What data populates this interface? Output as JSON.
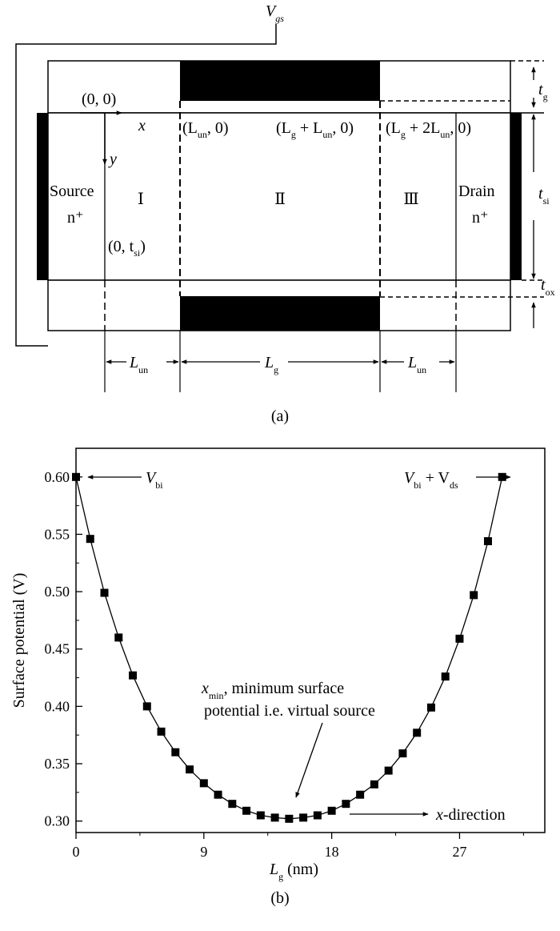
{
  "panel_a": {
    "caption": "(a)",
    "vgs": {
      "main": "V",
      "sub": "gs"
    },
    "origin": "(0, 0)",
    "x_axis": "x",
    "y_axis": "y",
    "coord_lun_a": "(L",
    "coord_lun_sub": "un",
    "coord_lun_b": ", 0)",
    "coord_lg_a": "(L",
    "coord_lg_sub1": "g",
    "coord_lg_b": " + L",
    "coord_lg_sub2": "un",
    "coord_lg_c": ", 0)",
    "coord_lg2_a": "(L",
    "coord_lg2_sub1": "g",
    "coord_lg2_b": " + 2L",
    "coord_lg2_sub2": "un",
    "coord_lg2_c": ", 0)",
    "coord_tsi_a": "(0, t",
    "coord_tsi_sub": "si",
    "coord_tsi_b": ")",
    "source_label": "Source",
    "source_doping": "n⁺",
    "drain_label": "Drain",
    "drain_doping": "n⁺",
    "region_1": "Ⅰ",
    "region_2": "Ⅱ",
    "region_3": "Ⅲ",
    "tg": {
      "main": "t",
      "sub": "g"
    },
    "tsi": {
      "main": "t",
      "sub": "si"
    },
    "tox": {
      "main": "t",
      "sub": "ox"
    },
    "dim_lun_left": {
      "main": "L",
      "sub": "un"
    },
    "dim_lg": {
      "main": "L",
      "sub": "g"
    },
    "dim_lun_right": {
      "main": "L",
      "sub": "un"
    }
  },
  "panel_b": {
    "caption": "(b)",
    "ylabel": "Surface potential (V)",
    "xlabel_main": "L",
    "xlabel_sub": "g",
    "xlabel_rest": " (nm)",
    "annot_vbi_main": "V",
    "annot_vbi_sub": "bi",
    "annot_vbivds_main1": "V",
    "annot_vbivds_sub1": "bi",
    "annot_vbivds_mid": " + V",
    "annot_vbivds_sub2": "ds",
    "annot_xmin_main": "x",
    "annot_xmin_sub": "min",
    "annot_xmin_rest": ", minimum surface",
    "annot_xmin_line2": "potential i.e. virtual source",
    "annot_xdir_italic": "x",
    "annot_xdir_rest": "-direction"
  },
  "chart_data": {
    "type": "scatter",
    "title": "",
    "xlabel": "Lg (nm)",
    "ylabel": "Surface potential (V)",
    "xlim": [
      0,
      33
    ],
    "ylim": [
      0.29,
      0.625
    ],
    "xticks": [
      0,
      9,
      18,
      27
    ],
    "yticks": [
      0.3,
      0.35,
      0.4,
      0.45,
      0.5,
      0.55,
      0.6
    ],
    "ytick_labels": [
      "0.30",
      "0.35",
      "0.40",
      "0.45",
      "0.50",
      "0.55",
      "0.60"
    ],
    "grid": false,
    "legend": "none",
    "marker": "square",
    "line": true,
    "series": [
      {
        "x": [
          0,
          1,
          2,
          3,
          4,
          5,
          6,
          7,
          8,
          9,
          10,
          11,
          12,
          13,
          14,
          15,
          16,
          17,
          18,
          19,
          20,
          21,
          22,
          23,
          24,
          25,
          26,
          27,
          28,
          29,
          30
        ],
        "y": [
          0.6,
          0.546,
          0.499,
          0.46,
          0.427,
          0.4,
          0.378,
          0.36,
          0.345,
          0.333,
          0.323,
          0.315,
          0.309,
          0.305,
          0.303,
          0.302,
          0.303,
          0.305,
          0.309,
          0.315,
          0.323,
          0.332,
          0.344,
          0.359,
          0.377,
          0.399,
          0.426,
          0.459,
          0.497,
          0.544,
          0.6
        ]
      }
    ]
  }
}
